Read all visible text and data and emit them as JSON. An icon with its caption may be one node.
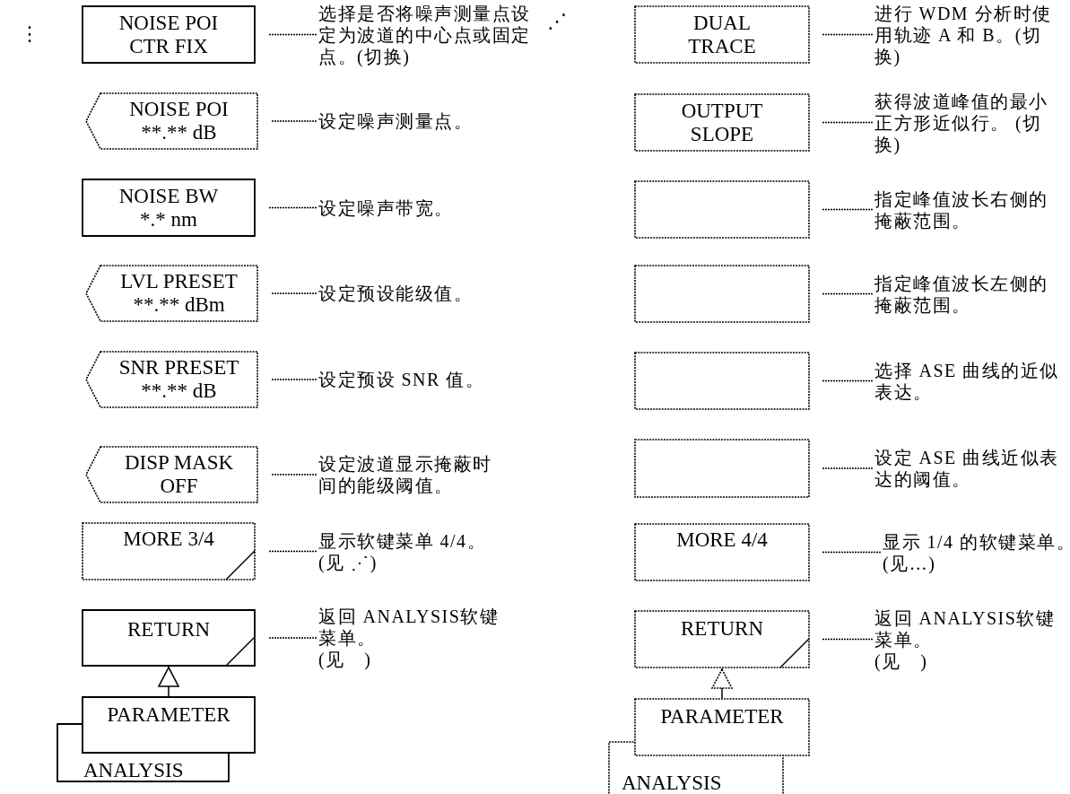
{
  "diagram": {
    "nodes": [
      {
        "text": [
          "NOISE POI CTR FIX"
        ]
      },
      {
        "text": [
          "选择是否将噪声测量点设定为波道的中心点或固定点。(切换)"
        ]
      },
      {
        "text": [
          "NOISE POI **.** dB"
        ]
      },
      {
        "text": [
          "设定噪声测量点。"
        ]
      },
      {
        "text": [
          "NOISE BW *.* nm"
        ]
      },
      {
        "text": [
          "设定噪声带宽。"
        ]
      },
      {
        "text": [
          "LVL PRESET **.** dBm"
        ]
      },
      {
        "text": [
          "设定预设能级值。"
        ]
      },
      {
        "text": [
          "SNR PRESET **.** dB"
        ]
      },
      {
        "text": [
          "设定预设 SNR 值。"
        ]
      },
      {
        "text": [
          "DISP MASK OFF"
        ]
      },
      {
        "text": [
          "设定波道显示掩蔽时间的能级阈值。"
        ]
      },
      {
        "text": [
          "MORE 3/4"
        ]
      },
      {
        "text": [
          "显示软键菜单 4/4。",
          "(见 ⋰)"
        ]
      },
      {
        "text": [
          "RETURN"
        ]
      },
      {
        "text": [
          "返回 ANALYSIS软键菜单。",
          "(见　)"
        ]
      },
      {
        "text": [
          "PARAMETER"
        ]
      },
      {
        "text": [
          "ANALYSIS"
        ]
      },
      {
        "text": [
          "DUAL TRACE"
        ]
      },
      {
        "text": [
          "进行 WDM 分析时使用轨迹 A 和 B。(切换)"
        ]
      },
      {
        "text": [
          "OUTPUT SLOPE"
        ]
      },
      {
        "text": [
          "获得波道峰值的最小正方形近似行。 (切换)"
        ]
      },
      {
        "text": [],
        "shape": "box"
      },
      {
        "text": [
          "指定峰值波长右侧的掩蔽范围。"
        ]
      },
      {
        "text": [],
        "shape": "box"
      },
      {
        "text": [
          "指定峰值波长左侧的掩蔽范围。"
        ]
      },
      {
        "text": [],
        "shape": "box"
      },
      {
        "text": [
          "选择 ASE 曲线的近似表达。"
        ]
      },
      {
        "text": [],
        "shape": "box"
      },
      {
        "text": [
          "设定 ASE 曲线近似表达的阈值。"
        ]
      },
      {
        "text": [
          "MORE 4/4"
        ]
      },
      {
        "text": [
          "显示 1/4 的软键菜单。",
          "(见…)"
        ]
      },
      {
        "text": [
          "RETURN"
        ]
      },
      {
        "text": [
          "返回 ANALYSIS软键菜单。",
          "(见　)"
        ]
      },
      {
        "text": [
          "PARAMETER"
        ]
      },
      {
        "text": [
          "ANALYSIS"
        ]
      }
    ],
    "edges": [
      {
        "from": 1,
        "to": 0,
        "arrow": "none",
        "style": "dashed"
      },
      {
        "from": 3,
        "to": 2,
        "arrow": "none",
        "style": "dashed"
      },
      {
        "from": 5,
        "to": 4,
        "arrow": "none",
        "style": "dashed"
      },
      {
        "from": 7,
        "to": 6,
        "arrow": "none",
        "style": "dashed"
      },
      {
        "from": 9,
        "to": 8,
        "arrow": "none",
        "style": "dashed"
      },
      {
        "from": 11,
        "to": 10,
        "arrow": "none",
        "style": "dashed"
      },
      {
        "from": 13,
        "to": 12,
        "arrow": "none",
        "style": "dashed"
      },
      {
        "from": 15,
        "to": 14,
        "arrow": "none",
        "style": "dashed"
      },
      {
        "from": 16,
        "to": 14,
        "arrow": "to"
      },
      {
        "from": 19,
        "to": 18,
        "arrow": "none",
        "style": "dashed"
      },
      {
        "from": 21,
        "to": 20,
        "arrow": "none",
        "style": "dashed"
      },
      {
        "from": 23,
        "to": 22,
        "arrow": "none",
        "style": "dashed"
      },
      {
        "from": 25,
        "to": 24,
        "arrow": "none",
        "style": "dashed"
      },
      {
        "from": 27,
        "to": 26,
        "arrow": "none",
        "style": "dashed"
      },
      {
        "from": 29,
        "to": 28,
        "arrow": "none",
        "style": "dashed"
      },
      {
        "from": 31,
        "to": 30,
        "arrow": "none",
        "style": "dashed"
      },
      {
        "from": 33,
        "to": 32,
        "arrow": "none",
        "style": "dashed"
      },
      {
        "from": 34,
        "to": 32,
        "arrow": "to"
      }
    ],
    "labels": [
      "⋮",
      "⋰"
    ]
  }
}
